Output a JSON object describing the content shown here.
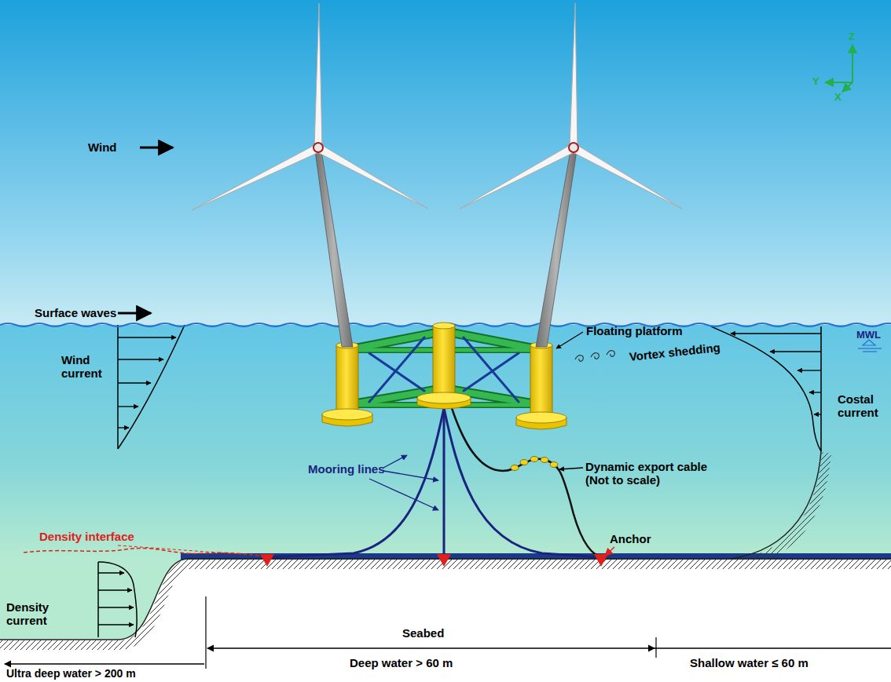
{
  "diagram": {
    "labels": [
      "Z",
      "Y",
      "X",
      "Wind",
      "Floating platform",
      "Surface waves",
      "MWL",
      "Wind current",
      "Vortex shedding",
      "Costal current",
      "Mooring lines",
      "Dynamic export cable (Not to scale)",
      "Density interface",
      "Anchor",
      "Density current",
      "Seabed",
      "Deep water > 60 m",
      "Shallow water ≤ 60 m",
      "Ultra deep water > 200 m"
    ]
  }
}
